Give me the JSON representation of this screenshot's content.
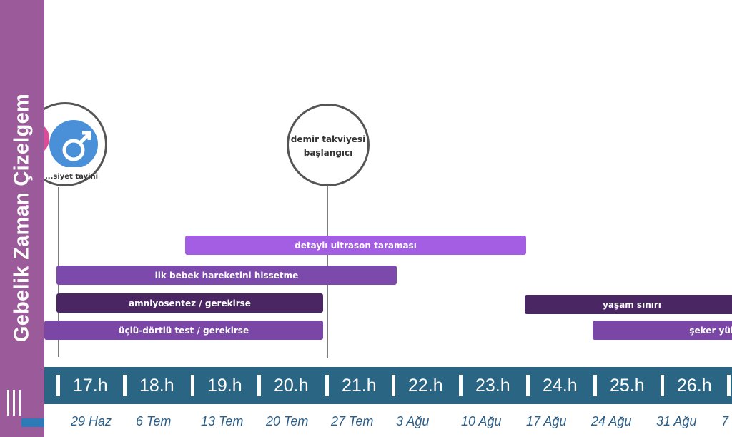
{
  "sidebar": {
    "title": "Gebelik Zaman Çizelgem",
    "bg_color": "#9b5b9b"
  },
  "milestones": [
    {
      "label": "...siyet tayini",
      "icon": "gender-symbols-icon"
    },
    {
      "label_line1": "demir takviyesi",
      "label_line2": "başlangıcı"
    }
  ],
  "bars": [
    {
      "label": "detaylı ultrason taraması",
      "color": "#a35ee3"
    },
    {
      "label": "ilk bebek hareketini hissetme",
      "color": "#7c4aab"
    },
    {
      "label": "amniyosentez / gerekirse",
      "color": "#4a2763"
    },
    {
      "label": "üçlü-dörtlü test / gerekirse",
      "color": "#7a47a6"
    },
    {
      "label": "yaşam sınırı",
      "color": "#4a2763"
    },
    {
      "label": "şeker yükl",
      "color": "#7a47a6"
    }
  ],
  "weeks": [
    "17.h",
    "18.h",
    "19.h",
    "20.h",
    "21.h",
    "22.h",
    "23.h",
    "24.h",
    "25.h",
    "26.h"
  ],
  "dates": [
    "29 Haz",
    "6 Tem",
    "13 Tem",
    "20 Tem",
    "27 Tem",
    "3 Ağu",
    "10 Ağu",
    "17 Ağu",
    "24 Ağu",
    "31 Ağu",
    "7"
  ],
  "colors": {
    "week_band": "#2b6584",
    "date_text": "#2b5f8a",
    "male_symbol": "#4a90d9",
    "female_symbol": "#e04a9a"
  }
}
